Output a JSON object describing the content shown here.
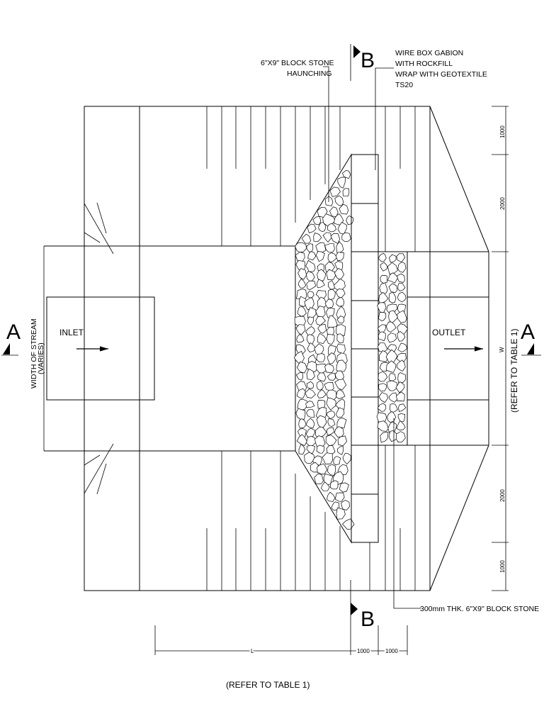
{
  "drawing": {
    "callouts": {
      "block_stone_line1": "6\"X9\" BLOCK STONE",
      "block_stone_line2": "HAUNCHING",
      "gabion_line1": "WIRE BOX GABION",
      "gabion_line2": "WITH ROCKFILL",
      "gabion_line3": "WRAP WITH GEOTEXTILE",
      "gabion_line4": "TS20",
      "apron_note": "300mm THK. 6\"X9\" BLOCK STONE"
    },
    "labels": {
      "inlet": "INLET",
      "outlet": "OUTLET",
      "stream_width_line1": "WIDTH OF STREAM",
      "stream_width_line2": "(VARIES)",
      "w_symbol": "W",
      "refer_right": "(REFER TO TABLE 1)",
      "refer_bottom": "(REFER TO TABLE 1)"
    },
    "section_markers": {
      "a_left": "A",
      "a_right": "A",
      "b_top": "B",
      "b_bottom": "B"
    },
    "dimensions": {
      "right_top_1": "1000",
      "right_top_2": "2000",
      "right_bottom_2": "2000",
      "right_bottom_1": "1000",
      "bottom_l": "L",
      "bottom_1": "1000",
      "bottom_2": "1000"
    }
  }
}
